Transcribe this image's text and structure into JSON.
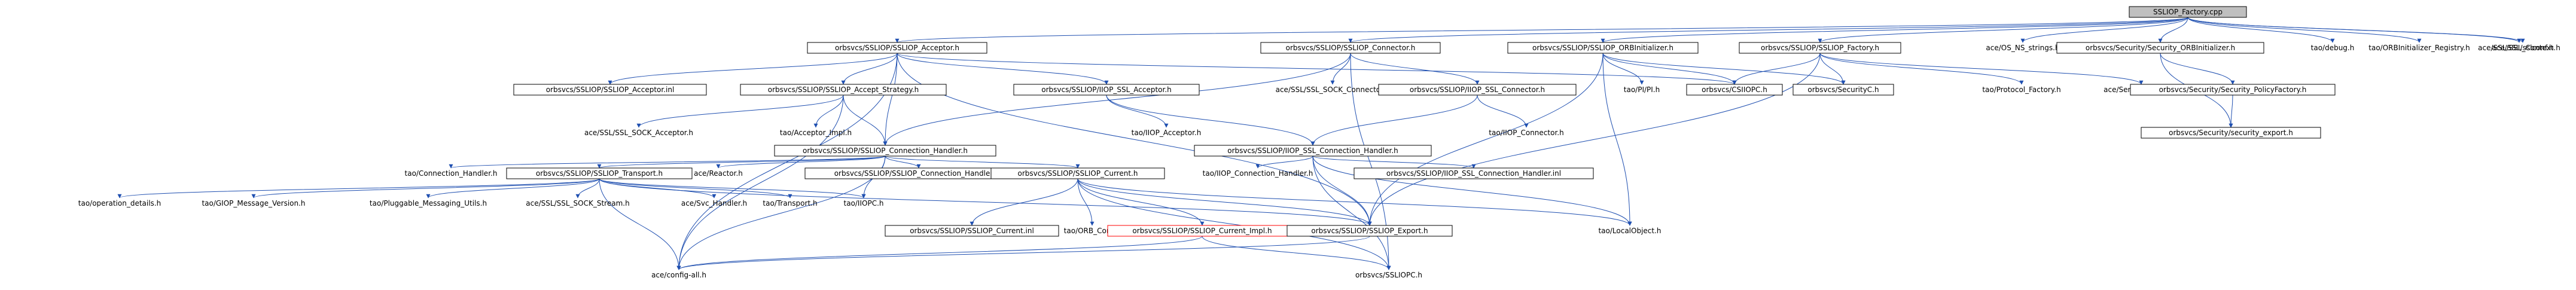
{
  "colors": {
    "edge": "#1f4fb0",
    "node_border": "#000000",
    "node_fill": "#ffffff",
    "root_fill": "#bfbfbf",
    "missing_border": "#ff0000",
    "plain_text": "#000000"
  },
  "nodes": [
    {
      "id": "root",
      "label": "SSLIOP_Factory.cpp",
      "style": "root"
    },
    {
      "id": "acceptor_h",
      "label": "orbsvcs/SSLIOP/SSLIOP_Acceptor.h",
      "style": "box"
    },
    {
      "id": "connector_h",
      "label": "orbsvcs/SSLIOP/SSLIOP_Connector.h",
      "style": "box"
    },
    {
      "id": "orbinit_h",
      "label": "orbsvcs/SSLIOP/SSLIOP_ORBInitializer.h",
      "style": "box"
    },
    {
      "id": "factory_h",
      "label": "orbsvcs/SSLIOP/SSLIOP_Factory.h",
      "style": "box"
    },
    {
      "id": "ns_strings",
      "label": "ace/OS_NS_strings.h",
      "style": "plain"
    },
    {
      "id": "sec_orbinit",
      "label": "orbsvcs/Security/Security_ORBInitializer.h",
      "style": "box"
    },
    {
      "id": "debug_h",
      "label": "tao/debug.h",
      "style": "plain"
    },
    {
      "id": "orbinit_reg",
      "label": "tao/ORBInitializer_Registry.h",
      "style": "plain"
    },
    {
      "id": "sslconf",
      "label": "ace/SSL/sslconf.h",
      "style": "plain"
    },
    {
      "id": "ssl_context",
      "label": "ace/SSL/SSL_Context.h",
      "style": "plain"
    },
    {
      "id": "acceptor_inl",
      "label": "orbsvcs/SSLIOP/SSLIOP_Acceptor.inl",
      "style": "box"
    },
    {
      "id": "accept_strategy",
      "label": "orbsvcs/SSLIOP/SSLIOP_Accept_Strategy.h",
      "style": "box"
    },
    {
      "id": "ssl_sock_connector",
      "label": "ace/SSL/SSL_SOCK_Connector.h",
      "style": "plain"
    },
    {
      "id": "iiop_ssl_acceptor",
      "label": "orbsvcs/SSLIOP/IIOP_SSL_Acceptor.h",
      "style": "box"
    },
    {
      "id": "iiop_ssl_connector",
      "label": "orbsvcs/SSLIOP/IIOP_SSL_Connector.h",
      "style": "box"
    },
    {
      "id": "pi_h",
      "label": "tao/PI/PI.h",
      "style": "plain"
    },
    {
      "id": "csiiopc",
      "label": "orbsvcs/CSIIOPC.h",
      "style": "box"
    },
    {
      "id": "securityc",
      "label": "orbsvcs/SecurityC.h",
      "style": "box"
    },
    {
      "id": "protocol_factory",
      "label": "tao/Protocol_Factory.h",
      "style": "plain"
    },
    {
      "id": "service_config",
      "label": "ace/Service_Config.h",
      "style": "plain"
    },
    {
      "id": "policy_factory",
      "label": "orbsvcs/Security/Security_PolicyFactory.h",
      "style": "box"
    },
    {
      "id": "security_export",
      "label": "orbsvcs/Security/security_export.h",
      "style": "box"
    },
    {
      "id": "ssl_sock_acceptor",
      "label": "ace/SSL/SSL_SOCK_Acceptor.h",
      "style": "plain"
    },
    {
      "id": "acceptor_impl",
      "label": "tao/Acceptor_Impl.h",
      "style": "plain"
    },
    {
      "id": "iiop_acceptor",
      "label": "tao/IIOP_Acceptor.h",
      "style": "plain"
    },
    {
      "id": "iiop_connector",
      "label": "tao/IIOP_Connector.h",
      "style": "plain"
    },
    {
      "id": "conn_handler_h",
      "label": "orbsvcs/SSLIOP/SSLIOP_Connection_Handler.h",
      "style": "box"
    },
    {
      "id": "iiop_ssl_conn_handler",
      "label": "orbsvcs/SSLIOP/IIOP_SSL_Connection_Handler.h",
      "style": "box"
    },
    {
      "id": "tao_conn_handler",
      "label": "tao/Connection_Handler.h",
      "style": "plain"
    },
    {
      "id": "transport_h",
      "label": "orbsvcs/SSLIOP/SSLIOP_Transport.h",
      "style": "box"
    },
    {
      "id": "reactor_h",
      "label": "ace/Reactor.h",
      "style": "plain"
    },
    {
      "id": "conn_handler_inl",
      "label": "orbsvcs/SSLIOP/SSLIOP_Connection_Handler.inl",
      "style": "box"
    },
    {
      "id": "current_h",
      "label": "orbsvcs/SSLIOP/SSLIOP_Current.h",
      "style": "box"
    },
    {
      "id": "iiop_conn_handler",
      "label": "tao/IIOP_Connection_Handler.h",
      "style": "plain"
    },
    {
      "id": "iiop_ssl_conn_handler_inl",
      "label": "orbsvcs/SSLIOP/IIOP_SSL_Connection_Handler.inl",
      "style": "box"
    },
    {
      "id": "operation_details",
      "label": "tao/operation_details.h",
      "style": "plain"
    },
    {
      "id": "giop_msg_version",
      "label": "tao/GIOP_Message_Version.h",
      "style": "plain"
    },
    {
      "id": "pluggable_utils",
      "label": "tao/Pluggable_Messaging_Utils.h",
      "style": "plain"
    },
    {
      "id": "ssl_sock_stream",
      "label": "ace/SSL/SSL_SOCK_Stream.h",
      "style": "plain"
    },
    {
      "id": "svc_handler",
      "label": "ace/Svc_Handler.h",
      "style": "plain"
    },
    {
      "id": "tao_transport",
      "label": "tao/Transport.h",
      "style": "plain"
    },
    {
      "id": "iiopc",
      "label": "tao/IIOPC.h",
      "style": "plain"
    },
    {
      "id": "current_inl",
      "label": "orbsvcs/SSLIOP/SSLIOP_Current.inl",
      "style": "box"
    },
    {
      "id": "orb_core",
      "label": "tao/ORB_Core.h",
      "style": "plain"
    },
    {
      "id": "current_impl",
      "label": "orbsvcs/SSLIOP/SSLIOP_Current_Impl.h",
      "style": "missing"
    },
    {
      "id": "sslioP_export",
      "label": "orbsvcs/SSLIOP/SSLIOP_Export.h",
      "style": "box"
    },
    {
      "id": "local_object",
      "label": "tao/LocalObject.h",
      "style": "plain"
    },
    {
      "id": "config_all",
      "label": "ace/config-all.h",
      "style": "plain"
    },
    {
      "id": "ssliopc",
      "label": "orbsvcs/SSLIOPC.h",
      "style": "plain"
    }
  ],
  "edges": [
    [
      "root",
      "acceptor_h"
    ],
    [
      "root",
      "connector_h"
    ],
    [
      "root",
      "orbinit_h"
    ],
    [
      "root",
      "factory_h"
    ],
    [
      "root",
      "ns_strings"
    ],
    [
      "root",
      "sec_orbinit"
    ],
    [
      "root",
      "debug_h"
    ],
    [
      "root",
      "orbinit_reg"
    ],
    [
      "root",
      "sslconf"
    ],
    [
      "root",
      "ssl_context"
    ],
    [
      "acceptor_h",
      "acceptor_inl"
    ],
    [
      "acceptor_h",
      "accept_strategy"
    ],
    [
      "acceptor_h",
      "iiop_ssl_acceptor"
    ],
    [
      "acceptor_h",
      "conn_handler_h"
    ],
    [
      "acceptor_h",
      "csiiopc"
    ],
    [
      "acceptor_h",
      "sslioP_export"
    ],
    [
      "acceptor_h",
      "config_all"
    ],
    [
      "connector_h",
      "ssl_sock_connector"
    ],
    [
      "connector_h",
      "iiop_ssl_connector"
    ],
    [
      "connector_h",
      "conn_handler_h"
    ],
    [
      "connector_h",
      "ssliopc"
    ],
    [
      "orbinit_h",
      "pi_h"
    ],
    [
      "orbinit_h",
      "csiiopc"
    ],
    [
      "orbinit_h",
      "securityc"
    ],
    [
      "orbinit_h",
      "sslioP_export"
    ],
    [
      "orbinit_h",
      "local_object"
    ],
    [
      "factory_h",
      "csiiopc"
    ],
    [
      "factory_h",
      "securityc"
    ],
    [
      "factory_h",
      "protocol_factory"
    ],
    [
      "factory_h",
      "service_config"
    ],
    [
      "factory_h",
      "sslioP_export"
    ],
    [
      "sec_orbinit",
      "policy_factory"
    ],
    [
      "sec_orbinit",
      "security_export"
    ],
    [
      "policy_factory",
      "security_export"
    ],
    [
      "accept_strategy",
      "ssl_sock_acceptor"
    ],
    [
      "accept_strategy",
      "acceptor_impl"
    ],
    [
      "accept_strategy",
      "conn_handler_h"
    ],
    [
      "accept_strategy",
      "config_all"
    ],
    [
      "iiop_ssl_acceptor",
      "iiop_acceptor"
    ],
    [
      "iiop_ssl_acceptor",
      "iiop_ssl_conn_handler"
    ],
    [
      "iiop_ssl_connector",
      "iiop_connector"
    ],
    [
      "iiop_ssl_connector",
      "iiop_ssl_conn_handler"
    ],
    [
      "conn_handler_h",
      "tao_conn_handler"
    ],
    [
      "conn_handler_h",
      "transport_h"
    ],
    [
      "conn_handler_h",
      "reactor_h"
    ],
    [
      "conn_handler_h",
      "conn_handler_inl"
    ],
    [
      "conn_handler_h",
      "current_h"
    ],
    [
      "conn_handler_h",
      "config_all"
    ],
    [
      "conn_handler_h",
      "iiopc"
    ],
    [
      "iiop_ssl_conn_handler",
      "iiop_conn_handler"
    ],
    [
      "iiop_ssl_conn_handler",
      "iiop_ssl_conn_handler_inl"
    ],
    [
      "iiop_ssl_conn_handler",
      "sslioP_export"
    ],
    [
      "iiop_ssl_conn_handler",
      "ssliopc"
    ],
    [
      "iiop_ssl_conn_handler",
      "local_object"
    ],
    [
      "transport_h",
      "operation_details"
    ],
    [
      "transport_h",
      "giop_msg_version"
    ],
    [
      "transport_h",
      "pluggable_utils"
    ],
    [
      "transport_h",
      "ssl_sock_stream"
    ],
    [
      "transport_h",
      "svc_handler"
    ],
    [
      "transport_h",
      "tao_transport"
    ],
    [
      "transport_h",
      "iiopc"
    ],
    [
      "transport_h",
      "sslioP_export"
    ],
    [
      "transport_h",
      "config_all"
    ],
    [
      "current_h",
      "current_inl"
    ],
    [
      "current_h",
      "orb_core"
    ],
    [
      "current_h",
      "current_impl"
    ],
    [
      "current_h",
      "sslioP_export"
    ],
    [
      "current_h",
      "ssliopc"
    ],
    [
      "current_h",
      "local_object"
    ],
    [
      "current_impl",
      "ssliopc"
    ],
    [
      "current_impl",
      "config_all"
    ],
    [
      "sslioP_export",
      "config_all"
    ]
  ]
}
